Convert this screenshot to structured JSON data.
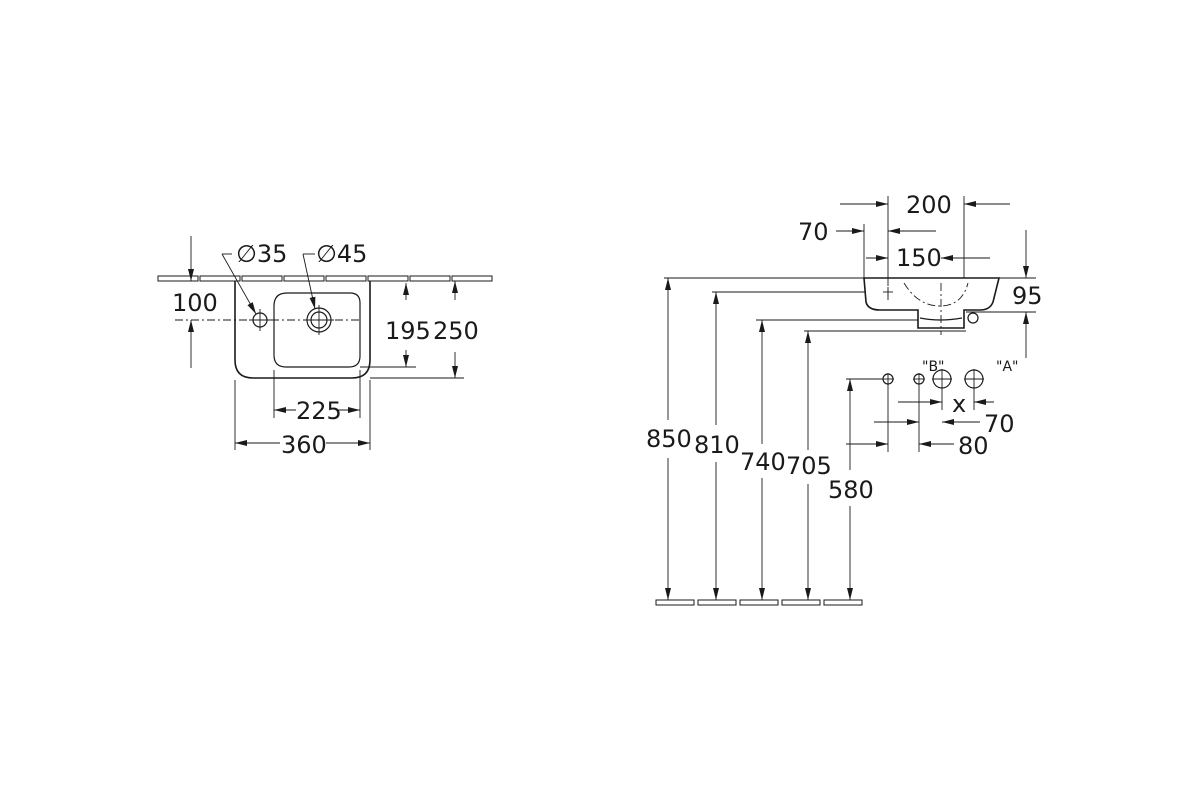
{
  "plan_view": {
    "labels": {
      "tap_hole_dia": "∅35",
      "waste_dia": "∅45",
      "tap_offset": "100",
      "bowl_depth": "195",
      "basin_depth": "250",
      "bowl_width": "225",
      "basin_width": "360"
    }
  },
  "side_view": {
    "labels": {
      "width_200": "200",
      "offset_70": "70",
      "offset_150": "150",
      "height_95": "95",
      "rim_850": "850",
      "h_810": "810",
      "h_740": "740",
      "h_705": "705",
      "h_580": "580",
      "conn_x": "x",
      "conn_70": "70",
      "conn_80": "80",
      "variant_a": "\"A\"",
      "variant_b": "\"B\""
    }
  }
}
